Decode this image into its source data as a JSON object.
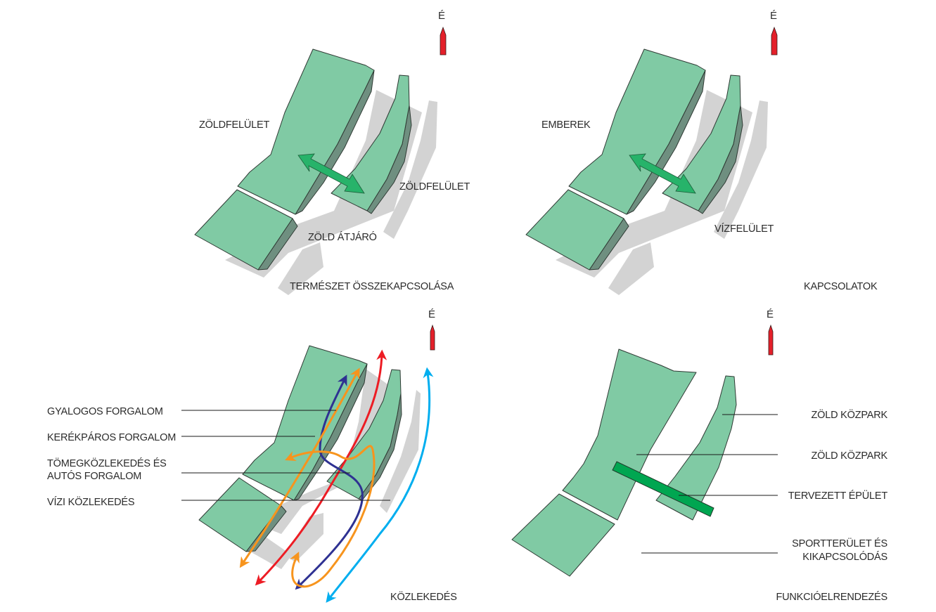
{
  "north_label": "É",
  "colors": {
    "park_top": "#80caa4",
    "park_side": "#6f8f80",
    "shadow": "#d3d3d3",
    "connection_arrow": "#27b36a",
    "building": "#00a651",
    "north_arrow": "#e4202a",
    "pedestrian": "#2e3192",
    "bicycle": "#f7941d",
    "transit_car": "#ed1c24",
    "water": "#00aeef"
  },
  "panels": {
    "nature": {
      "title": "TERMÉSZET ÖSSZEKAPCSOLÁSA",
      "labels": [
        "ZÖLDFELÜLET",
        "ZÖLDFELÜLET",
        "ZÖLD ÁTJÁRÓ"
      ]
    },
    "connections": {
      "title": "KAPCSOLATOK",
      "labels": [
        "EMBEREK",
        "VÍZFELÜLET"
      ]
    },
    "transport": {
      "title": "KÖZLEKEDÉS",
      "legend": [
        {
          "line1": "GYALOGOS FORGALOM",
          "line2": ""
        },
        {
          "line1": "KERÉKPÁROS FORGALOM",
          "line2": ""
        },
        {
          "line1": "TÖMEGKÖZLEKEDÉS ÉS",
          "line2": "AUTÓS FORGALOM"
        },
        {
          "line1": "VÍZI KÖZLEKEDÉS",
          "line2": ""
        }
      ]
    },
    "functions": {
      "title": "FUNKCIÓELRENDEZÉS",
      "legend": [
        {
          "line1": "ZÖLD KÖZPARK",
          "line2": ""
        },
        {
          "line1": "ZÖLD KÖZPARK",
          "line2": ""
        },
        {
          "line1": "TERVEZETT ÉPÜLET",
          "line2": ""
        },
        {
          "line1": "SPORTTERÜLET ÉS",
          "line2": "KIKAPCSOLÓDÁS"
        }
      ]
    }
  }
}
